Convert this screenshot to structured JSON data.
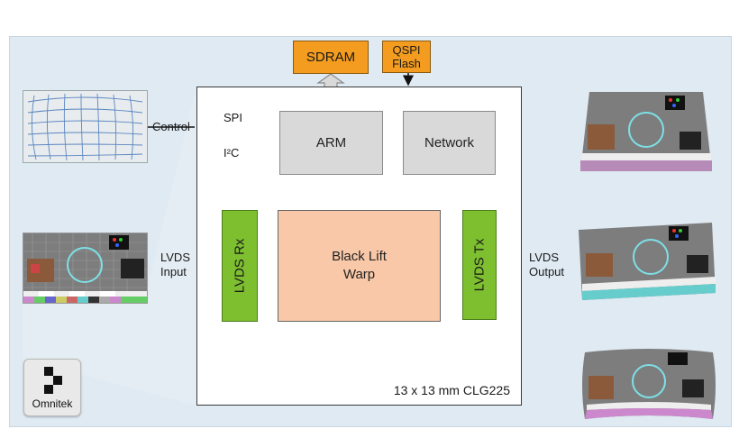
{
  "blocks": {
    "sdram": "SDRAM",
    "qspi": [
      "QSPI",
      "Flash"
    ],
    "arm": "ARM",
    "network": "Network",
    "core": [
      "Black Lift",
      "Warp"
    ],
    "lvds_rx": "LVDS Rx",
    "lvds_tx": "LVDS Tx"
  },
  "labels": {
    "control": "Control",
    "spi": "SPI",
    "i2c": "I²C",
    "lvds_input": [
      "LVDS",
      "Input"
    ],
    "lvds_output": [
      "LVDS",
      "Output"
    ],
    "package": "13 x 13 mm CLG225"
  },
  "logo": {
    "text": "Omnitek"
  },
  "colors": {
    "panel": "#dfeaf3",
    "orange": "#f39c1f",
    "peach": "#f8c8a8",
    "green": "#7dbf2f",
    "grey": "#d9d9d9"
  }
}
